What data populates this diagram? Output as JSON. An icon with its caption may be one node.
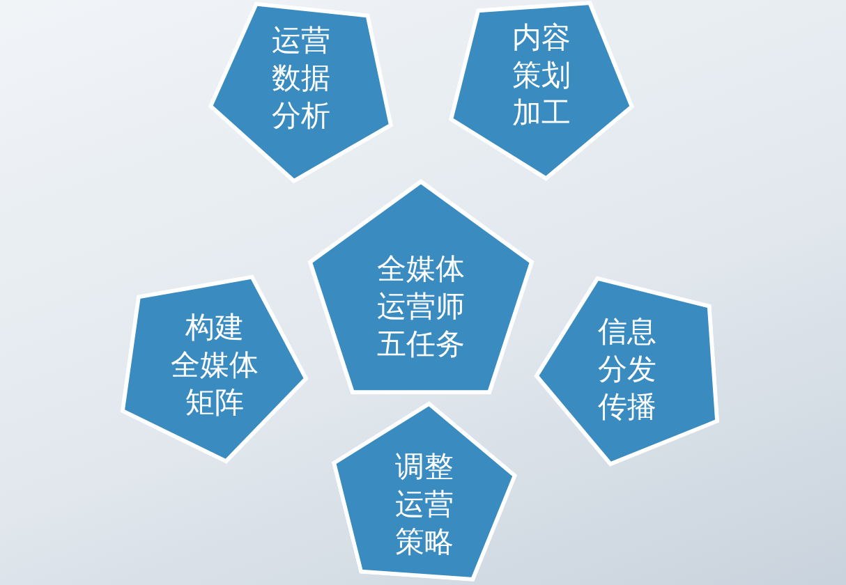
{
  "diagram": {
    "nodes": [
      {
        "text": [
          "全媒体运营师五任务"
        ]
      },
      {
        "text": [
          "运营数据分析"
        ]
      },
      {
        "text": [
          "内容策划加工"
        ]
      },
      {
        "text": [
          "构建全媒体矩阵"
        ]
      },
      {
        "text": [
          "信息分发传播"
        ]
      },
      {
        "text": [
          "调整运营策略"
        ]
      }
    ]
  }
}
